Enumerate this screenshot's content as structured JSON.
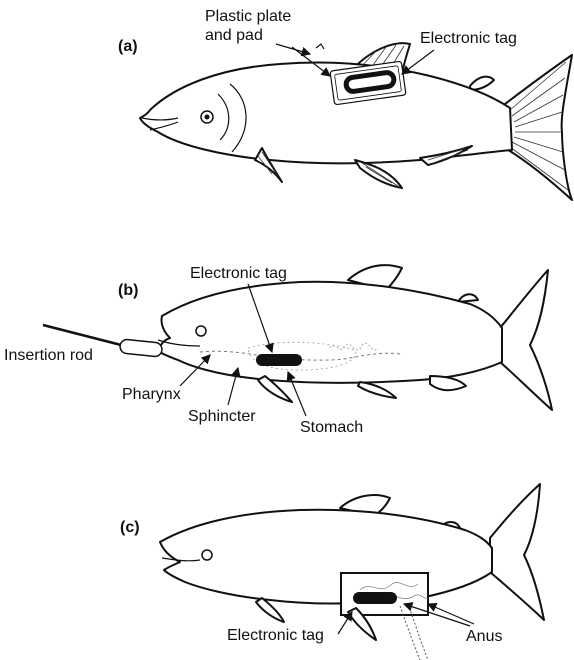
{
  "panels": {
    "a": {
      "label": "(a)",
      "plate_label_line1": "Plastic plate",
      "plate_label_line2": "and pad",
      "tag_label": "Electronic tag"
    },
    "b": {
      "label": "(b)",
      "tag_label": "Electronic tag",
      "rod_label": "Insertion rod",
      "pharynx_label": "Pharynx",
      "sphincter_label": "Sphincter",
      "stomach_label": "Stomach"
    },
    "c": {
      "label": "(c)",
      "tag_label": "Electronic tag",
      "anus_label": "Anus"
    }
  }
}
